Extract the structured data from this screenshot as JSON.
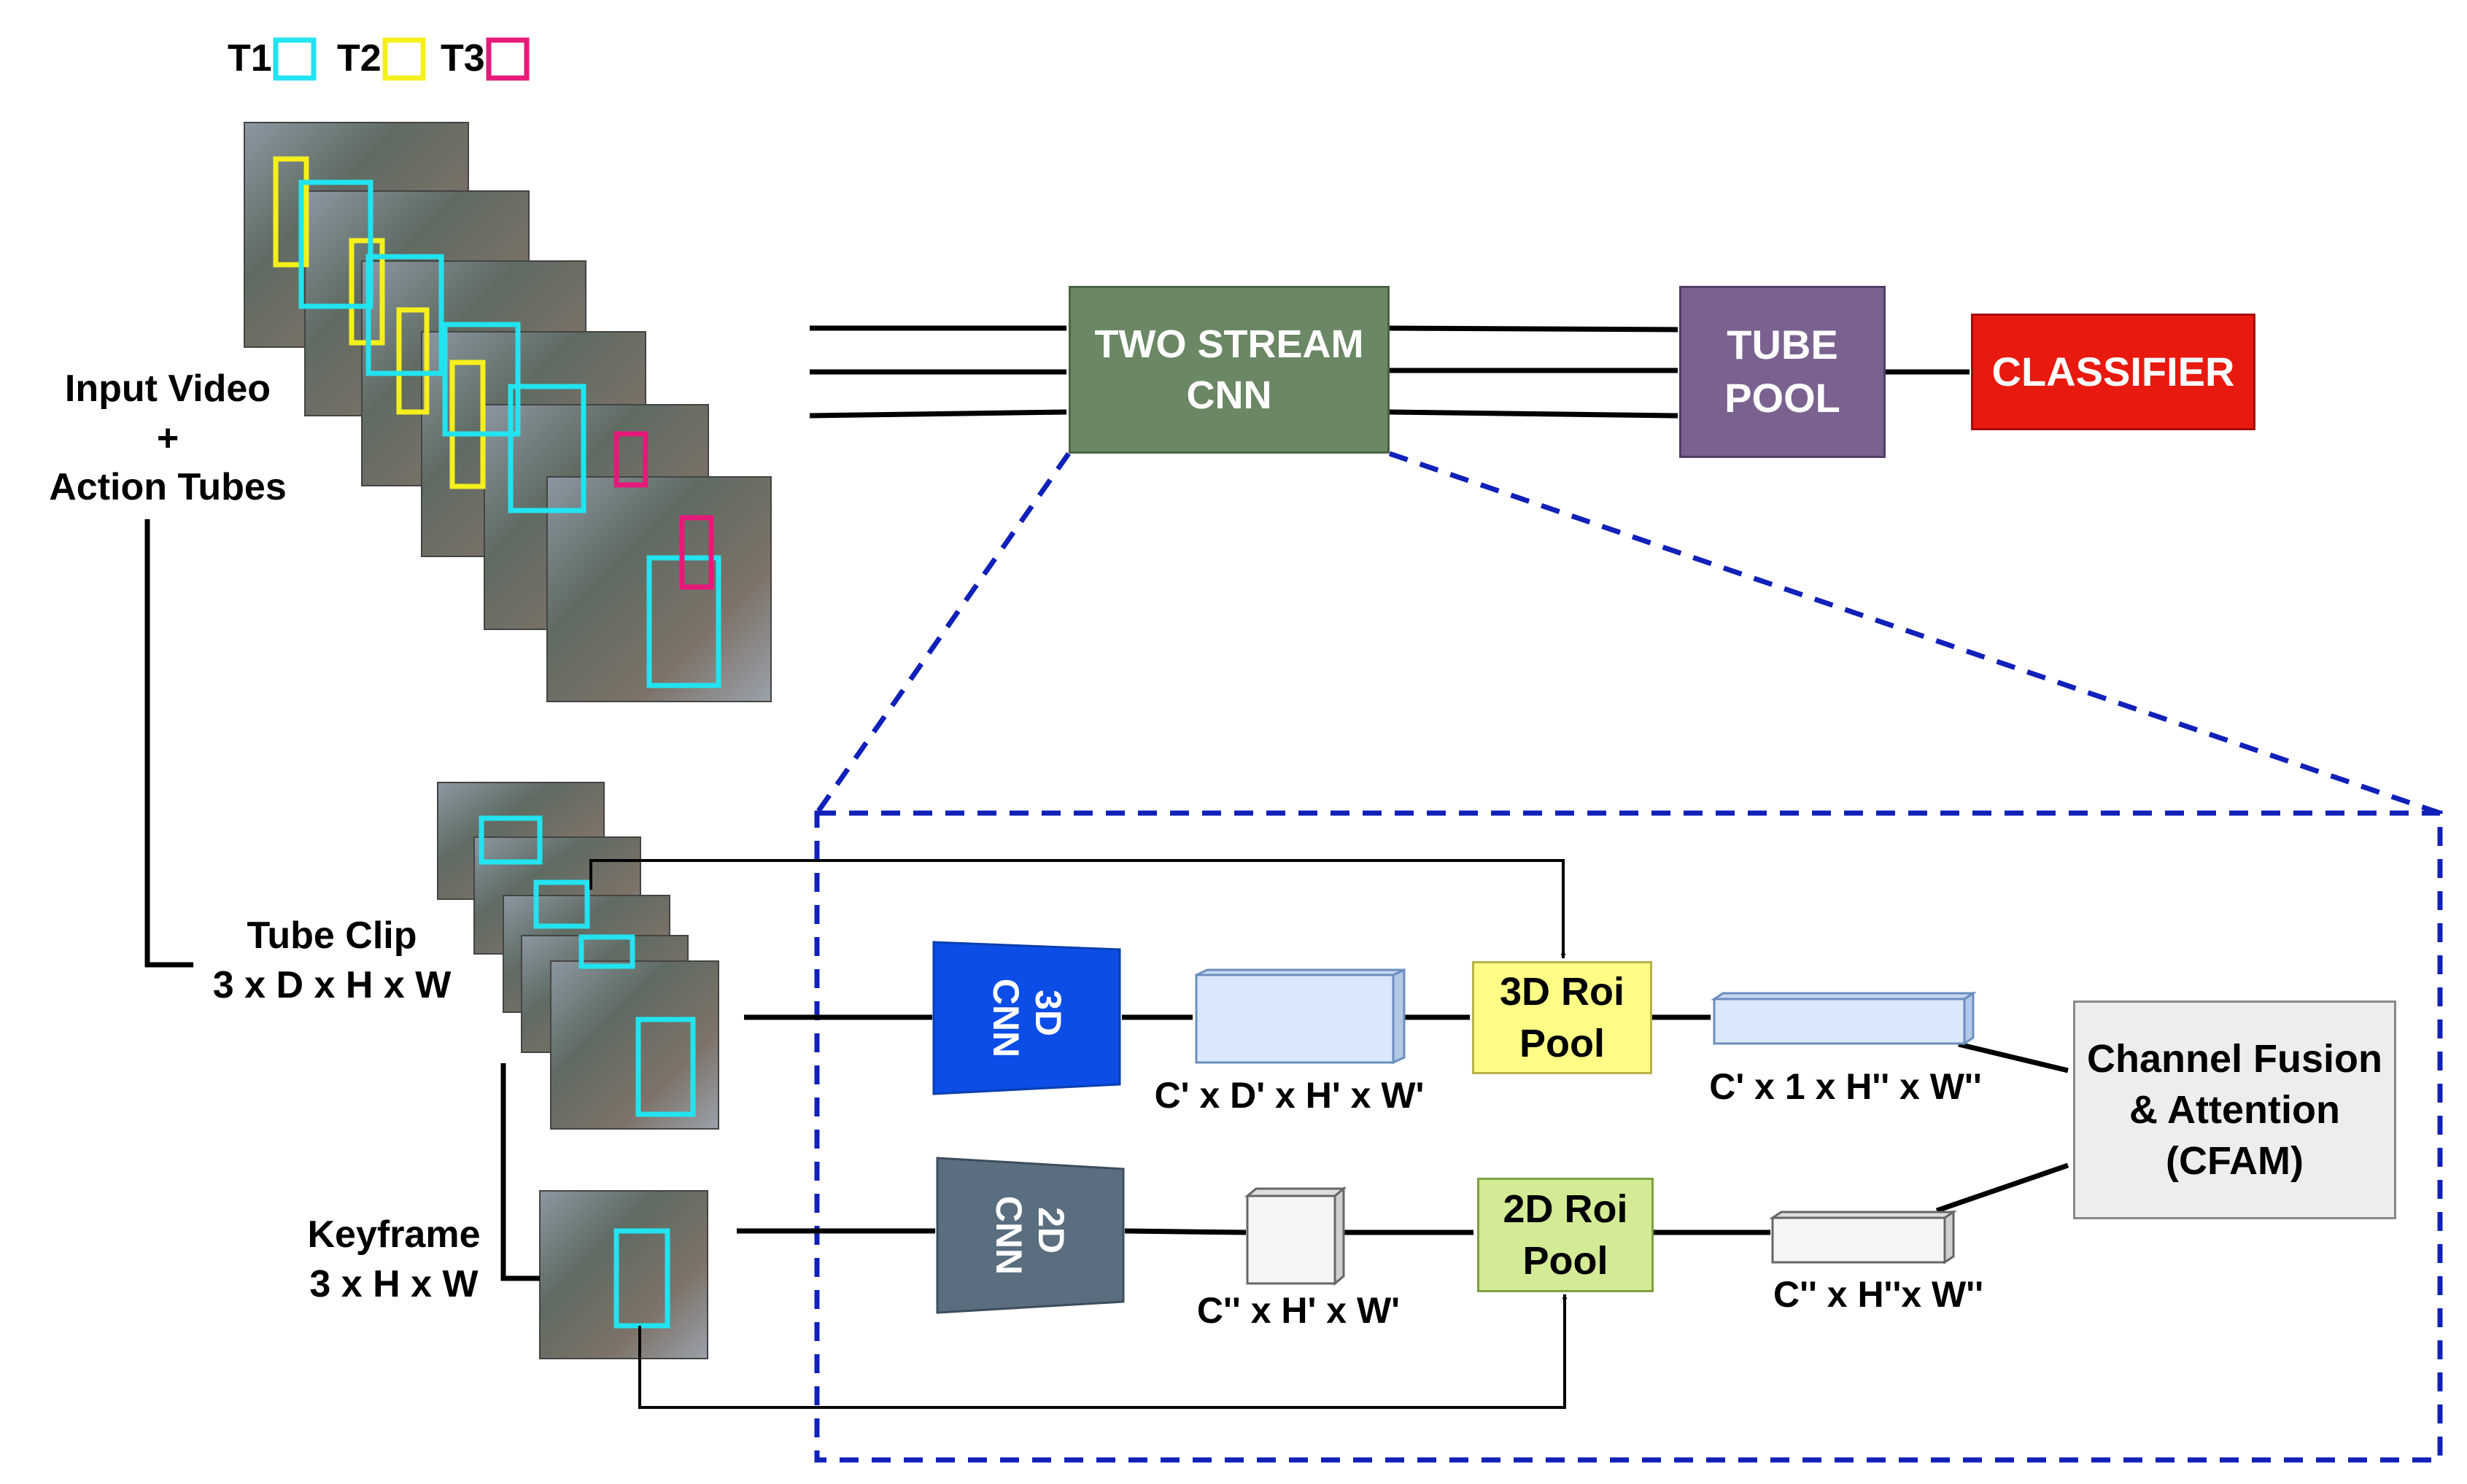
{
  "legend": [
    {
      "label": "T1",
      "color": "#22e3f0"
    },
    {
      "label": "T2",
      "color": "#f5f01c"
    },
    {
      "label": "T3",
      "color": "#e6197a"
    }
  ],
  "input_label": "Input Video\n+\nAction Tubes",
  "tube_clip_label": "Tube Clip\n3 x D x H x W",
  "keyframe_label": "Keyframe\n3 x H x W",
  "blocks": {
    "two_stream": {
      "label": "TWO STREAM\nCNN",
      "color": "#6b8765"
    },
    "tube_pool": {
      "label": "TUBE\nPOOL",
      "color": "#7a6290"
    },
    "classifier": {
      "label": "CLASSIFIER",
      "color": "#e8190f"
    },
    "cnn3d": {
      "label": "3D\nCNN",
      "color": "#0b4de6"
    },
    "cnn2d": {
      "label": "2D\nCNN",
      "color": "#5b6e80"
    },
    "roi3d": {
      "label": "3D Roi\nPool",
      "color": "#fdfd86"
    },
    "roi2d": {
      "label": "2D Roi\nPool",
      "color": "#d3eb95"
    },
    "cfam": {
      "label": "Channel Fusion\n& Attention\n(CFAM)",
      "color": "#ededed"
    }
  },
  "dims": {
    "after_3dcnn": "C' x D' x H' x W'",
    "after_3droi": "C' x 1 x H'' x W''",
    "after_2dcnn": "C'' x H' x W'",
    "after_2droi": "C'' x H''x W''"
  },
  "dashed_color": "#1020b8"
}
